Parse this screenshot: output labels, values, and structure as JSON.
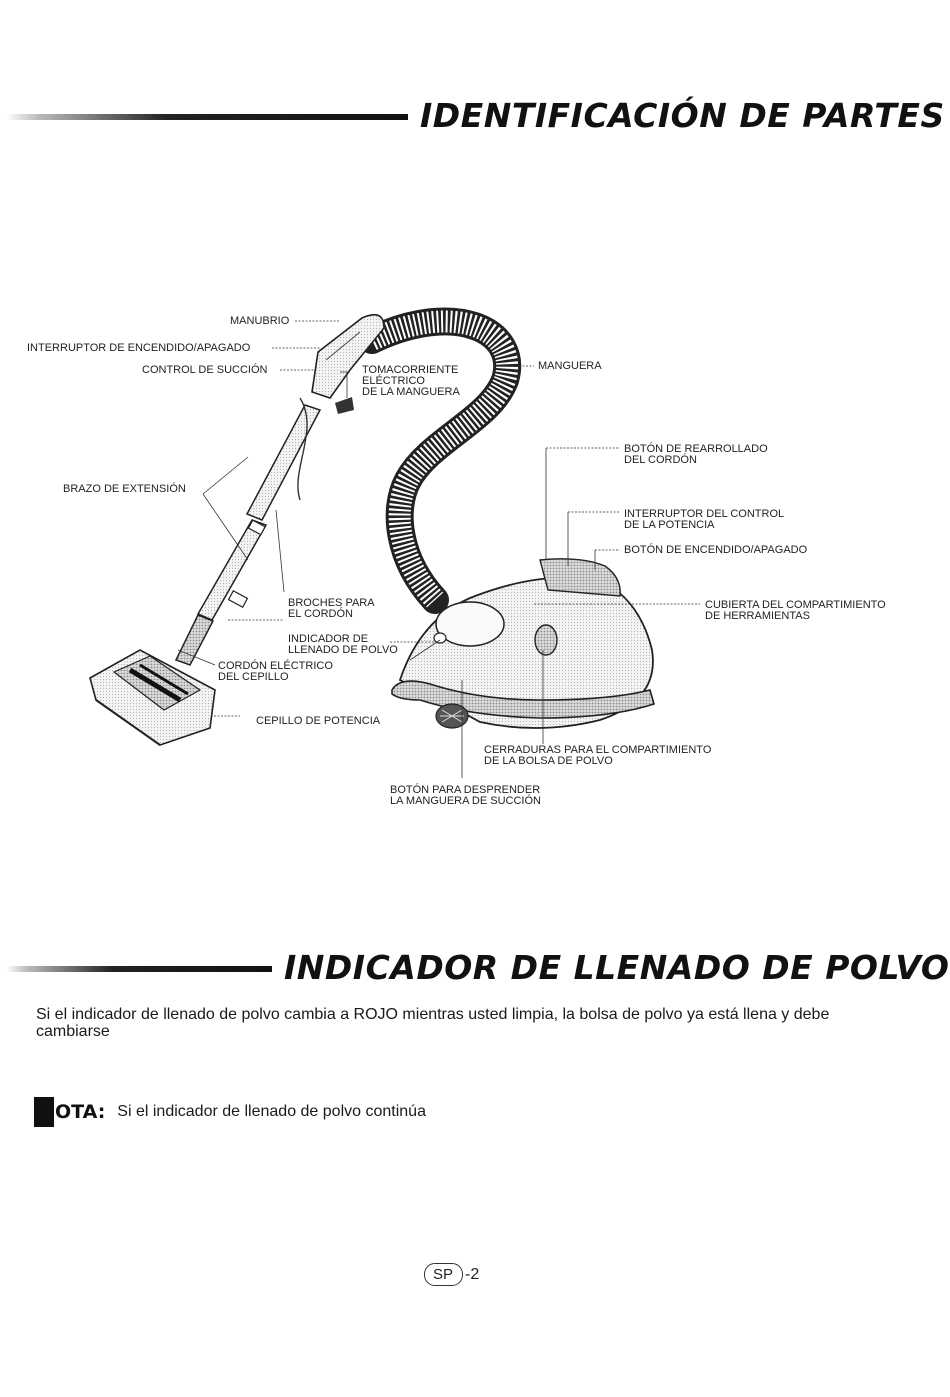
{
  "section1": {
    "title": "IDENTIFICACIÓN DE PARTES"
  },
  "labels": {
    "manubrio": "MANUBRIO",
    "interruptor_encendido": "INTERRUPTOR DE ENCENDIDO/APAGADO",
    "control_succion": "CONTROL DE SUCCIÓN",
    "tomacorriente": [
      "TOMACORRIENTE",
      "ELÉCTRICO",
      "DE LA MANGUERA"
    ],
    "manguera": "MANGUERA",
    "boton_rearrollado": [
      "BOTÓN DE REARROLLADO",
      "DEL CORDÓN"
    ],
    "brazo_extension": "BRAZO DE EXTENSIÓN",
    "interruptor_control_potencia": [
      "INTERRUPTOR DEL CONTROL",
      "DE LA POTENCIA"
    ],
    "boton_encendido": "BOTÓN DE ENCENDIDO/APAGADO",
    "broches_cordon": [
      "BROCHES PARA",
      "EL CORDÓN"
    ],
    "cubierta_herramientas": [
      "CUBIERTA DEL COMPARTIMIENTO",
      "DE HERRAMIENTAS"
    ],
    "indicador_llenado": [
      "INDICADOR DE",
      "LLENADO DE POLVO"
    ],
    "cordon_cepillo": [
      "CORDÓN ELÉCTRICO",
      "DEL CEPILLO"
    ],
    "cepillo_potencia": "CEPILLO DE POTENCIA",
    "cerraduras_bolsa": [
      "CERRADURAS PARA EL COMPARTIMIENTO",
      "DE LA BOLSA DE POLVO"
    ],
    "boton_desprender": [
      "BOTÓN PARA DESPRENDER",
      "LA MANGUERA DE SUCCIÓN"
    ]
  },
  "section2": {
    "title": "INDICADOR DE LLENADO DE POLVO",
    "body": "Si el indicador de llenado de polvo cambia a ROJO mientras usted limpia, la bolsa de polvo ya está llena y debe cambiarse"
  },
  "note": {
    "label": "OTA:",
    "text": "Si el indicador de llenado de polvo continúa"
  },
  "footer": {
    "badge": "SP",
    "page": "-2"
  }
}
